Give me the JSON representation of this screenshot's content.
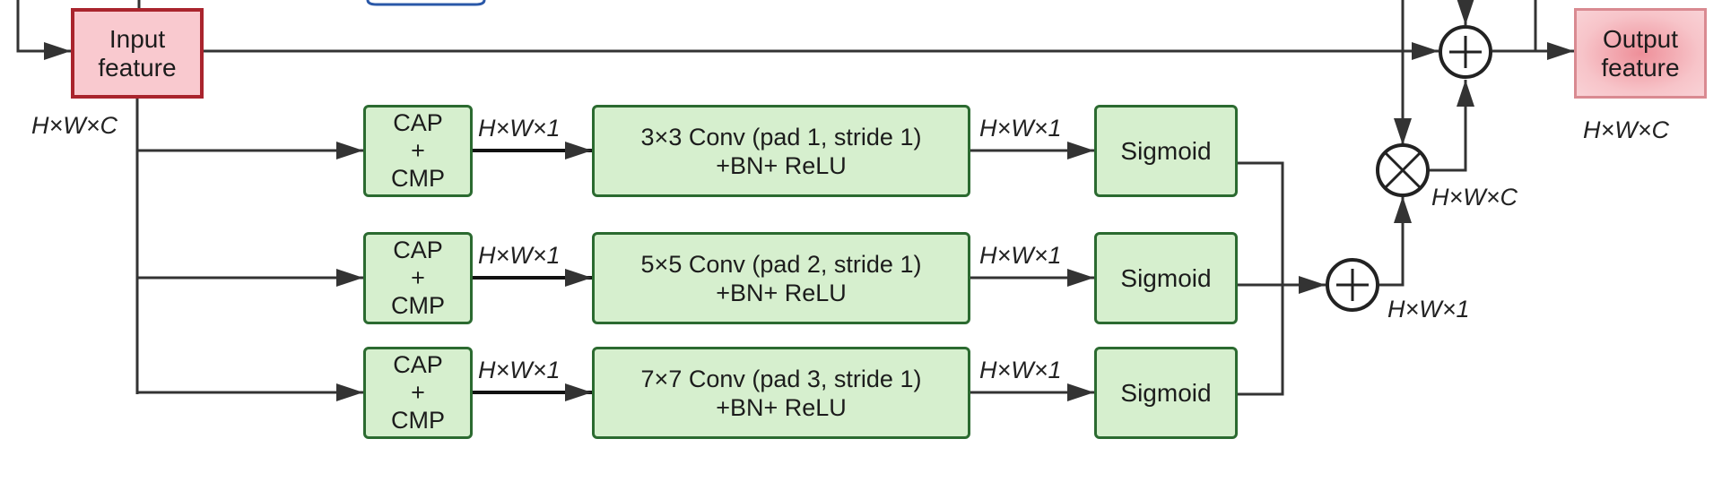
{
  "nodes": {
    "input": {
      "line1": "Input",
      "line2": "feature"
    },
    "output": {
      "line1": "Output",
      "line2": "feature"
    },
    "cap1": {
      "line1": "CAP",
      "line2": "+",
      "line3": "CMP"
    },
    "cap2": {
      "line1": "CAP",
      "line2": "+",
      "line3": "CMP"
    },
    "cap3": {
      "line1": "CAP",
      "line2": "+",
      "line3": "CMP"
    },
    "conv1": {
      "line1": "3×3 Conv (pad 1, stride 1)",
      "line2": "+BN+ ReLU"
    },
    "conv2": {
      "line1": "5×5 Conv (pad 2, stride 1)",
      "line2": "+BN+ ReLU"
    },
    "conv3": {
      "line1": "7×7 Conv (pad 3, stride 1)",
      "line2": "+BN+ ReLU"
    },
    "sig1": "Sigmoid",
    "sig2": "Sigmoid",
    "sig3": "Sigmoid"
  },
  "dims": {
    "input": "H×W×C",
    "output": "H×W×C",
    "multiply": "H×W×C",
    "sum": "H×W×1",
    "cap_out_1": "H×W×1",
    "cap_out_2": "H×W×1",
    "cap_out_3": "H×W×1",
    "conv_out_1": "H×W×1",
    "conv_out_2": "H×W×1",
    "conv_out_3": "H×W×1"
  },
  "colors": {
    "green_fill": "#d6efce",
    "green_border": "#2b6a30",
    "input_fill": "#f9c9cf",
    "input_border": "#a9242d",
    "output_border": "#d98a91",
    "line": "#333333"
  }
}
